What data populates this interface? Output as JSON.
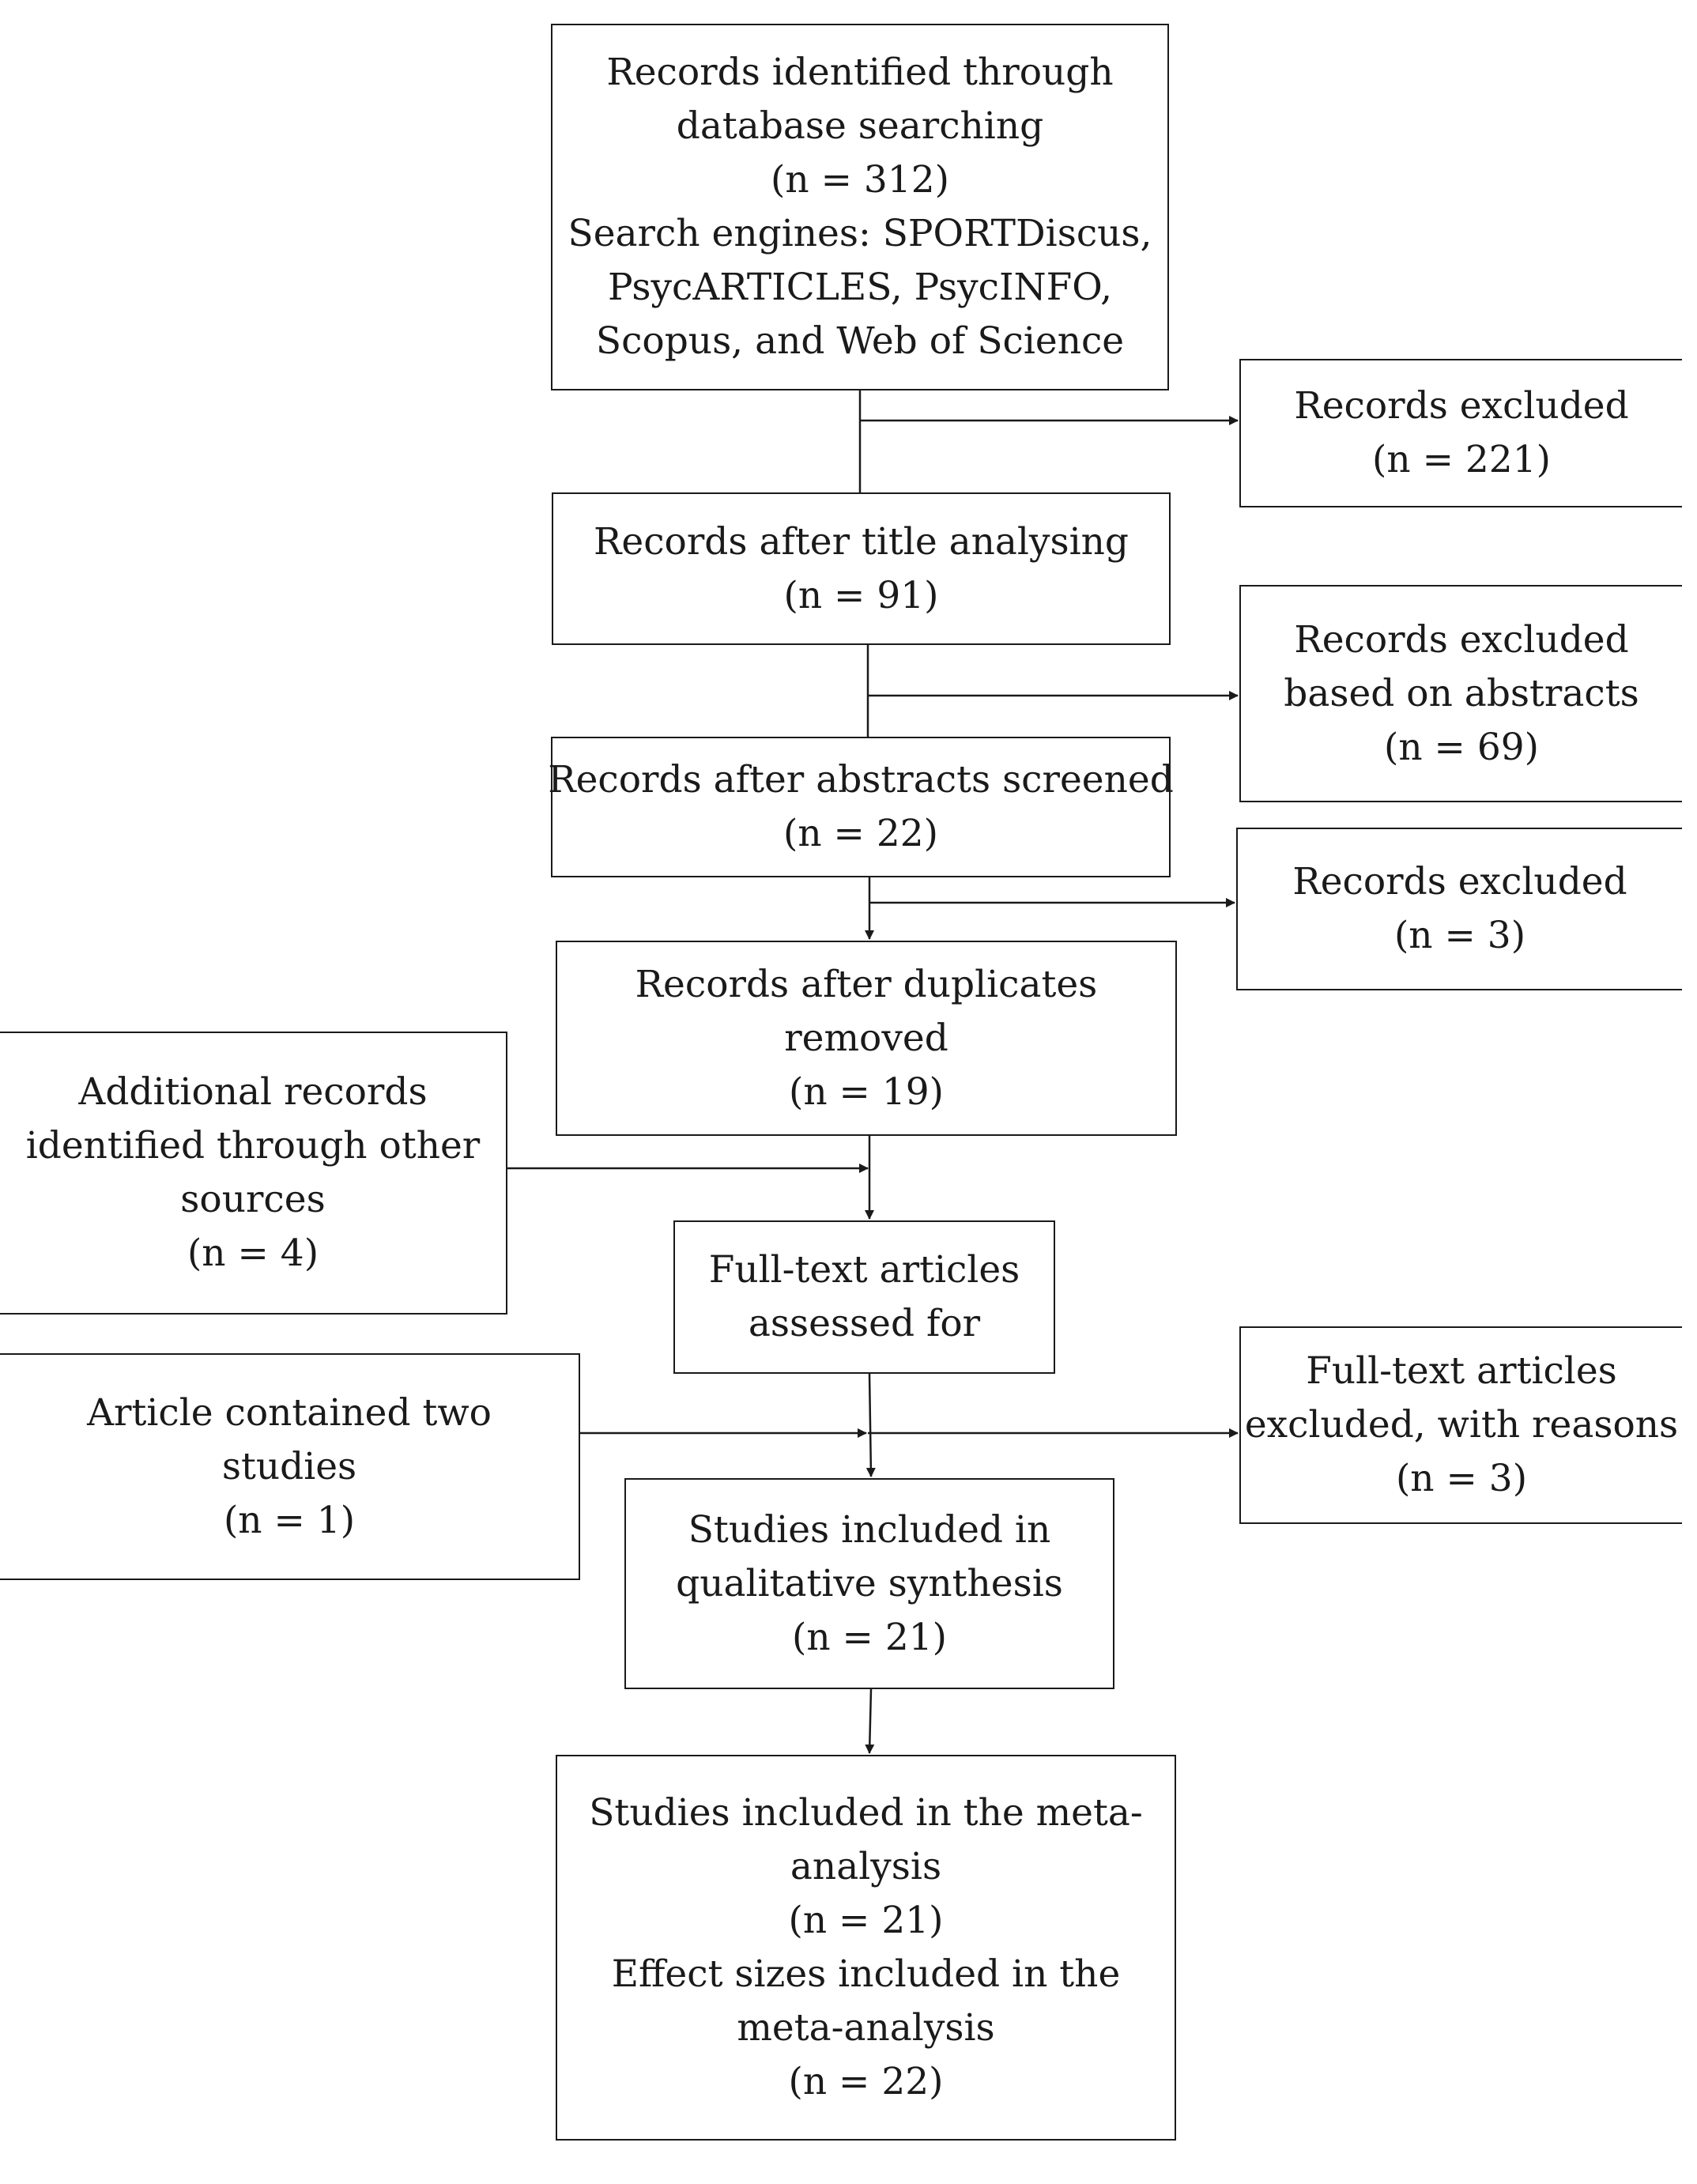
{
  "boxes": {
    "identified": {
      "lines": [
        "Records identified through",
        "database searching",
        "(n = 312)",
        "Search engines: SPORTDiscus,",
        "PsycARTICLES, PsycINFO,",
        "Scopus, and Web of Science"
      ]
    },
    "excluded_titles": {
      "lines": [
        "Records excluded",
        "(n = 221)"
      ]
    },
    "after_title": {
      "lines": [
        "Records after title analysing",
        "(n = 91)"
      ]
    },
    "excluded_abstracts": {
      "lines": [
        "Records excluded",
        "based on abstracts",
        "(n = 69)"
      ]
    },
    "after_abstracts": {
      "lines": [
        "Records after abstracts screened",
        "(n = 22)"
      ]
    },
    "excluded_duplicates": {
      "lines": [
        "Records excluded",
        "(n = 3)"
      ]
    },
    "after_duplicates": {
      "lines": [
        "Records after duplicates",
        "removed",
        "(n = 19)"
      ]
    },
    "additional_records": {
      "lines": [
        "Additional records",
        "identified through other",
        "sources",
        "(n = 4)"
      ]
    },
    "full_text_assessed": {
      "lines": [
        "Full-text articles",
        "assessed for"
      ]
    },
    "full_text_excluded": {
      "lines": [
        "Full-text articles",
        "excluded, with reasons",
        "(n = 3)"
      ]
    },
    "two_studies": {
      "lines": [
        "Article contained two",
        "studies",
        "(n = 1)"
      ]
    },
    "qualitative": {
      "lines": [
        "Studies included in",
        "qualitative synthesis",
        "(n = 21)"
      ]
    },
    "meta_analysis": {
      "lines": [
        "Studies included in the meta-",
        "analysis",
        "(n = 21)",
        "Effect sizes included in the",
        "meta-analysis",
        "(n = 22)"
      ]
    }
  }
}
